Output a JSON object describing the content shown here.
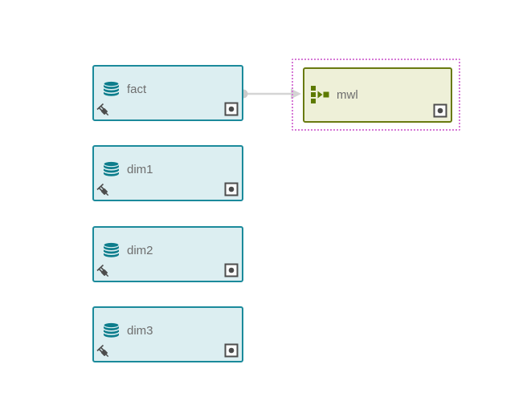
{
  "diagram": {
    "nodes": [
      {
        "id": "fact",
        "label": "fact",
        "type": "data-source-table",
        "selected": false
      },
      {
        "id": "dim1",
        "label": "dim1",
        "type": "data-source-table",
        "selected": false
      },
      {
        "id": "dim2",
        "label": "dim2",
        "type": "data-source-table",
        "selected": false
      },
      {
        "id": "dim3",
        "label": "dim3",
        "type": "data-source-table",
        "selected": false
      },
      {
        "id": "mwl",
        "label": "mwl",
        "type": "merge-operator",
        "selected": true
      }
    ],
    "edges": [
      {
        "from": "fact",
        "to": "mwl"
      }
    ]
  },
  "icons": {
    "table_icon": "database-cylinder",
    "table_status_icon": "unplugged-connector-with-slash",
    "corner_toggle_icon": "dot-in-square",
    "operator_icon": "merge-squares-arrow"
  },
  "colors": {
    "canvas_background": "#ffffff",
    "table_fill": "#dceef1",
    "table_border": "#1b8a9b",
    "database_icon": "#0d7d8c",
    "operator_fill": "#eef0d8",
    "operator_border": "#697a10",
    "operator_icon": "#5d7a00",
    "selection_dotted": "#d678d6",
    "connector_gray": "#d4d4d4",
    "connector_circle": "#cbcbcb",
    "label_text": "#6e6e6e",
    "status_icon_dark": "#4d4d4d"
  }
}
